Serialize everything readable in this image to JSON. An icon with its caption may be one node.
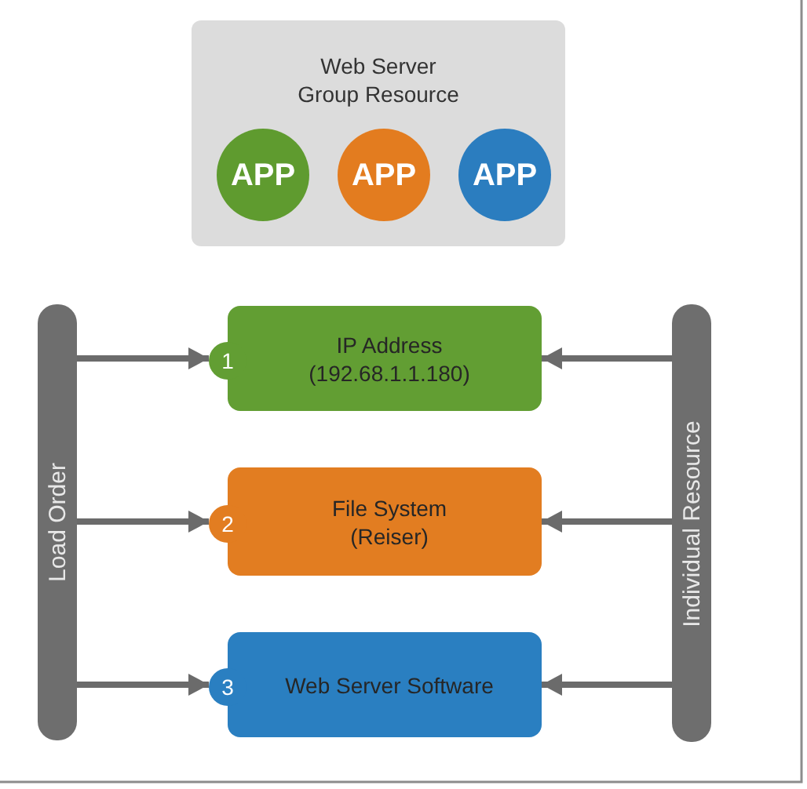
{
  "diagram": {
    "nodes": [
      {
        "text": [
          "Web Server Group Resource"
        ]
      },
      {
        "text": [
          "APP"
        ],
        "in": 0
      },
      {
        "text": [
          "APP"
        ],
        "in": 0
      },
      {
        "text": [
          "APP"
        ],
        "in": 0
      },
      {
        "text": [
          "Load Order"
        ]
      },
      {
        "text": [
          "1",
          "IP Address (192.68.1.1.180)"
        ]
      },
      {
        "text": [
          "2",
          "File System (Reiser)"
        ]
      },
      {
        "text": [
          "3",
          "Web Server Software"
        ]
      },
      {
        "text": [
          "Individual Resource"
        ]
      }
    ],
    "edges": [
      {
        "from": 4,
        "to": 5,
        "arrow": "to"
      },
      {
        "from": 4,
        "to": 6,
        "arrow": "to"
      },
      {
        "from": 4,
        "to": 7,
        "arrow": "to"
      },
      {
        "from": 8,
        "to": 5,
        "arrow": "to"
      },
      {
        "from": 8,
        "to": 6,
        "arrow": "to"
      },
      {
        "from": 8,
        "to": 7,
        "arrow": "to"
      }
    ]
  }
}
